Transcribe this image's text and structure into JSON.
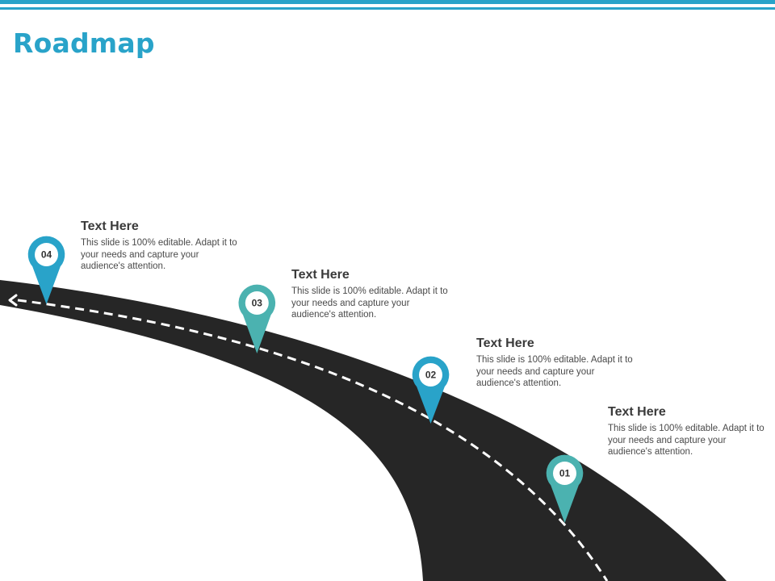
{
  "title": "Roadmap",
  "colors": {
    "accent": "#29a3c9",
    "pin_dark": "#29a3c9",
    "pin_teal": "#4bb2b0",
    "road": "#262626",
    "road_marking": "#ffffff"
  },
  "icons": {
    "road_arrow": "arrow-left-icon",
    "pin": "map-pin-icon"
  },
  "milestones": [
    {
      "number": "01",
      "heading": "Text Here",
      "body": "This slide is 100% editable. Adapt it to your needs and capture your audience's attention."
    },
    {
      "number": "02",
      "heading": "Text Here",
      "body": "This slide is 100% editable. Adapt it to your needs and capture your audience's attention."
    },
    {
      "number": "03",
      "heading": "Text Here",
      "body": "This slide is 100% editable. Adapt it to your needs and capture your audience's attention."
    },
    {
      "number": "04",
      "heading": "Text Here",
      "body": "This slide is 100% editable. Adapt it to your needs and capture your audience's attention."
    }
  ]
}
